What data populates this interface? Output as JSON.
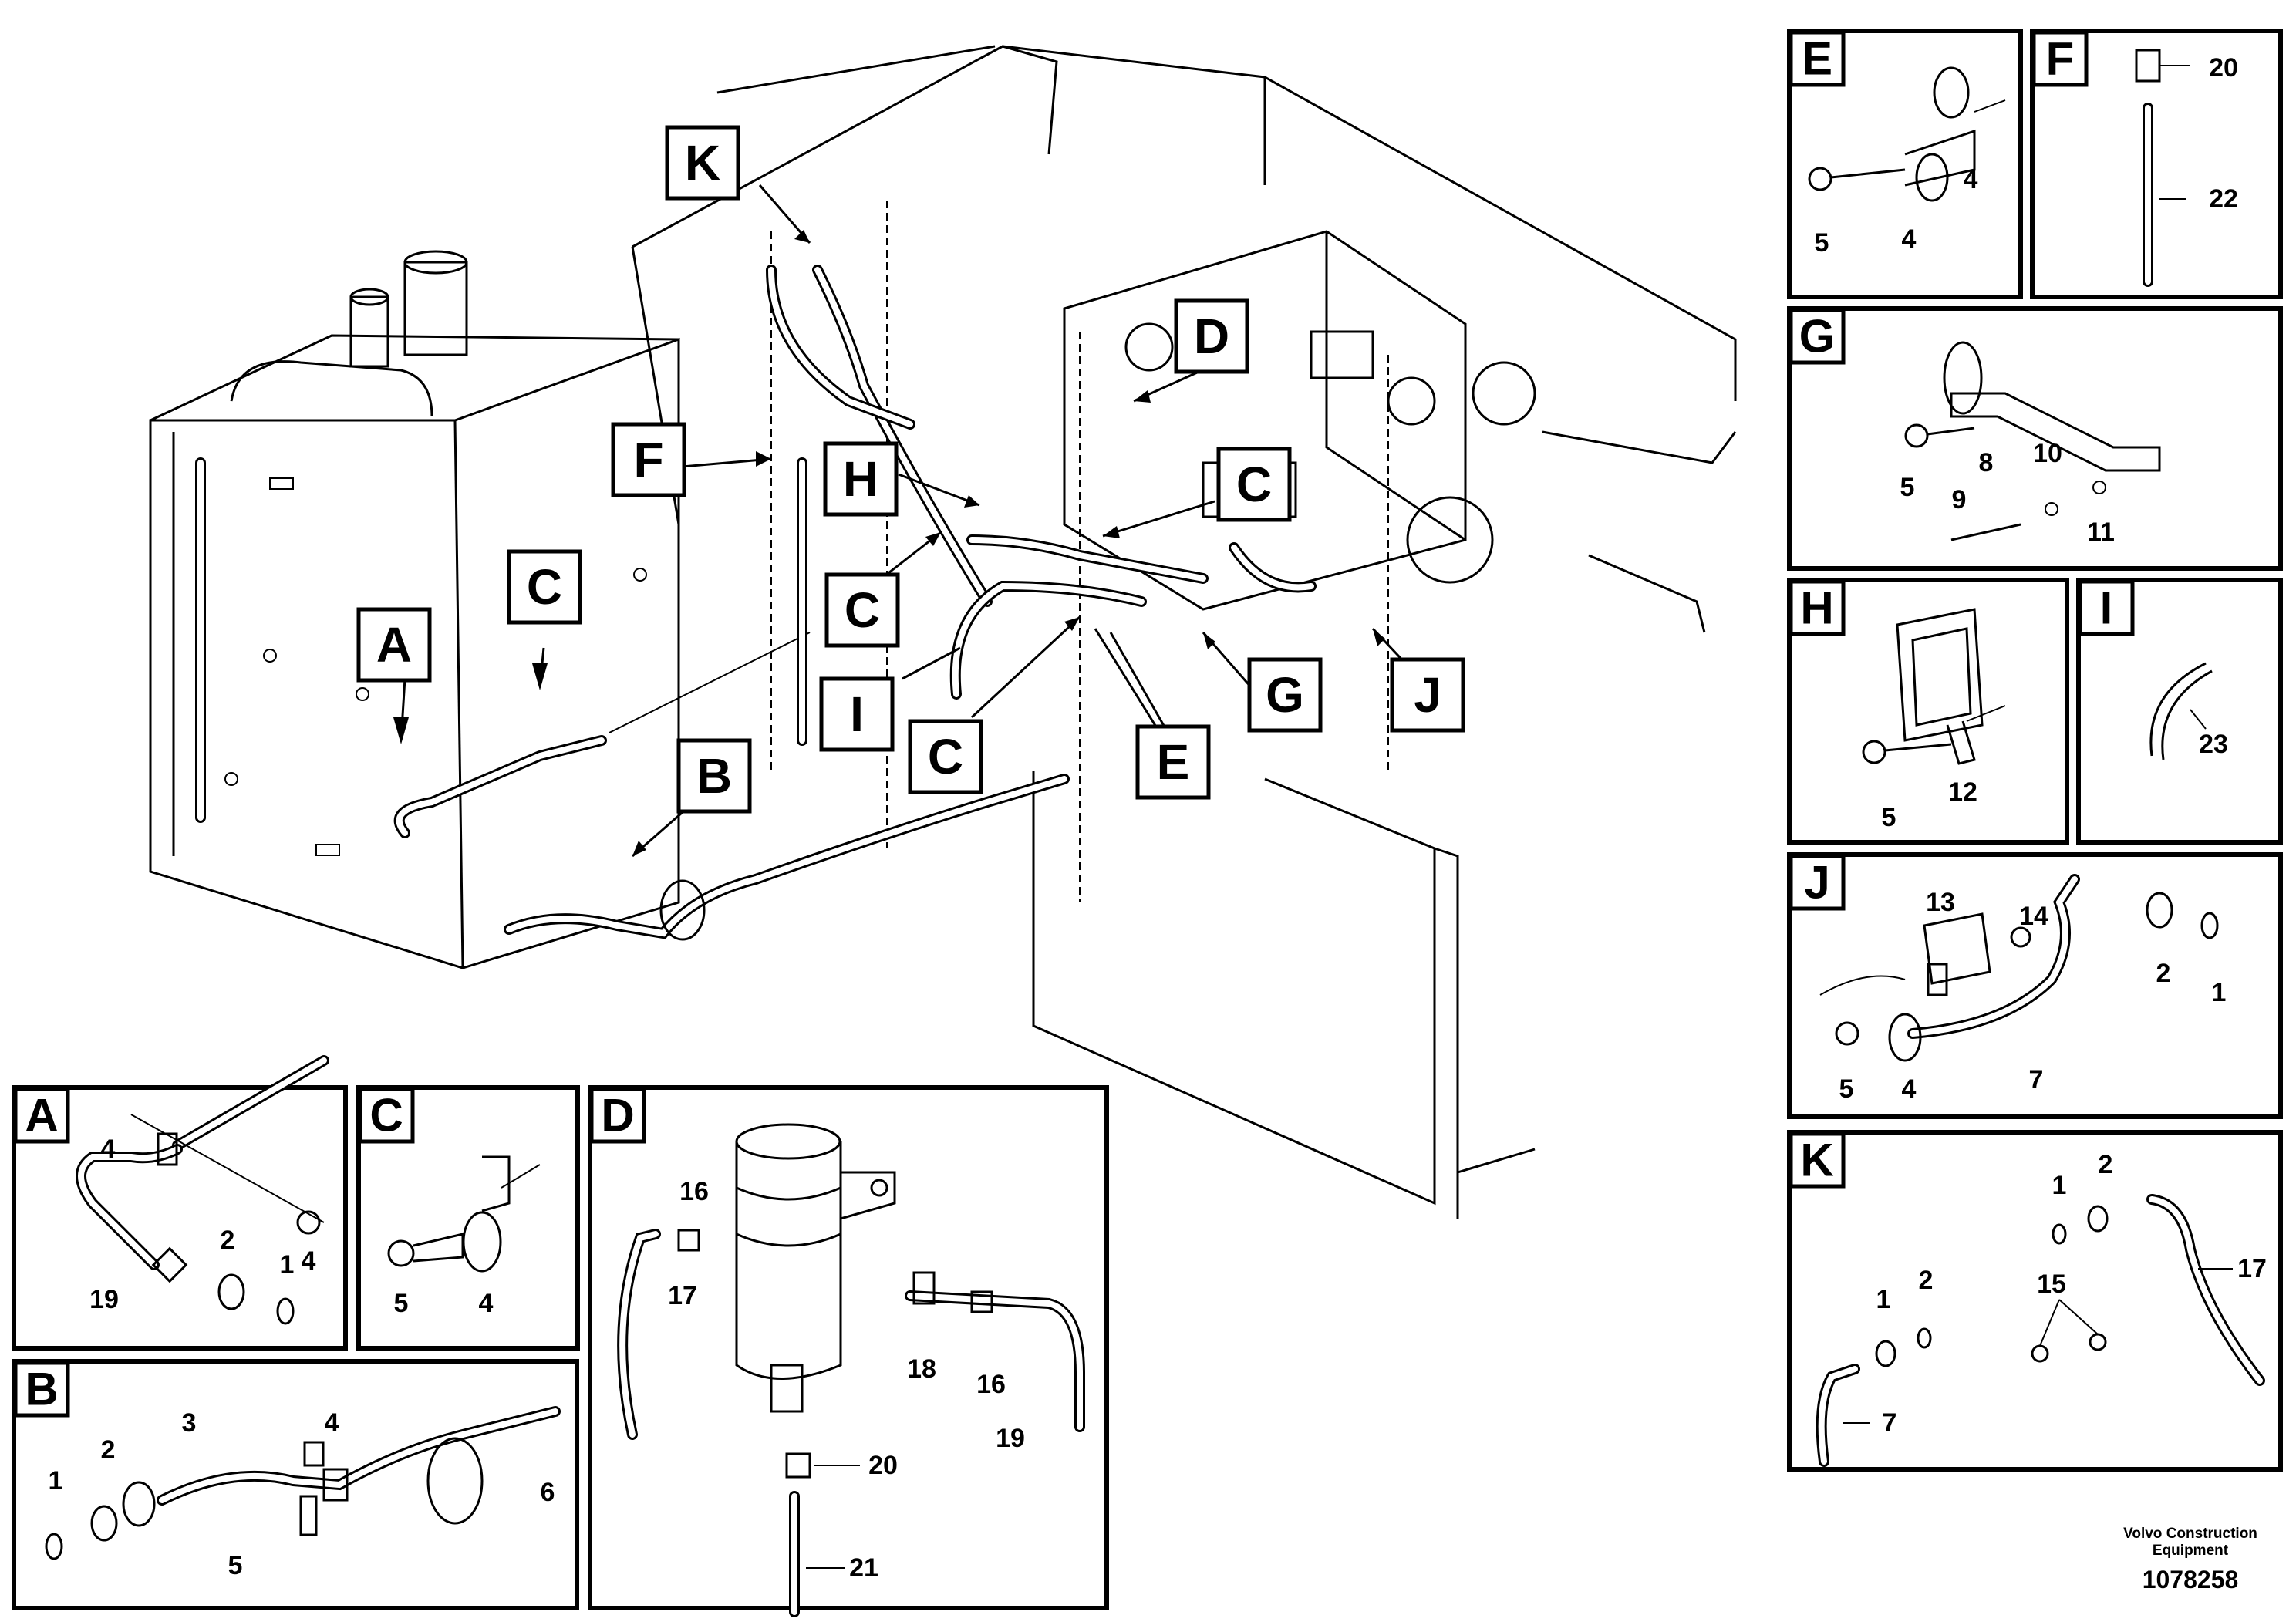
{
  "main_callouts": [
    {
      "id": "K",
      "label": "K"
    },
    {
      "id": "D",
      "label": "D"
    },
    {
      "id": "F",
      "label": "F"
    },
    {
      "id": "H",
      "label": "H"
    },
    {
      "id": "C1",
      "label": "C"
    },
    {
      "id": "C2",
      "label": "C"
    },
    {
      "id": "C3",
      "label": "C"
    },
    {
      "id": "C4",
      "label": "C"
    },
    {
      "id": "A",
      "label": "A"
    },
    {
      "id": "I",
      "label": "I"
    },
    {
      "id": "B",
      "label": "B"
    },
    {
      "id": "E",
      "label": "E"
    },
    {
      "id": "G",
      "label": "G"
    },
    {
      "id": "J",
      "label": "J"
    }
  ],
  "panels": {
    "A": {
      "letter": "A",
      "parts": [
        "4",
        "4",
        "2",
        "1",
        "19"
      ]
    },
    "B": {
      "letter": "B",
      "parts": [
        "1",
        "2",
        "3",
        "4",
        "6",
        "5"
      ]
    },
    "C": {
      "letter": "C",
      "parts": [
        "5",
        "4"
      ]
    },
    "D": {
      "letter": "D",
      "parts": [
        "16",
        "17",
        "18",
        "16",
        "19",
        "20",
        "21"
      ]
    },
    "E": {
      "letter": "E",
      "parts": [
        "4",
        "5",
        "4"
      ]
    },
    "F": {
      "letter": "F",
      "parts": [
        "20",
        "22"
      ]
    },
    "G": {
      "letter": "G",
      "parts": [
        "5",
        "8",
        "10",
        "9",
        "11"
      ]
    },
    "H": {
      "letter": "H",
      "parts": [
        "5",
        "12"
      ]
    },
    "I": {
      "letter": "I",
      "parts": [
        "23"
      ]
    },
    "J": {
      "letter": "J",
      "parts": [
        "13",
        "14",
        "2",
        "1",
        "5",
        "4",
        "7"
      ]
    },
    "K": {
      "letter": "K",
      "parts": [
        "2",
        "1",
        "17",
        "15",
        "1",
        "2",
        "7"
      ]
    }
  },
  "footer": {
    "company_line1": "Volvo Construction",
    "company_line2": "Equipment",
    "drawing_number": "1078258"
  }
}
